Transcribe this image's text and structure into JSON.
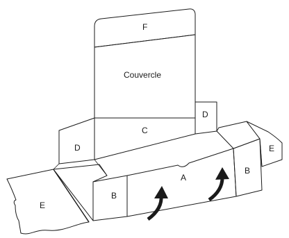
{
  "labels": {
    "f": "F",
    "lid": "Couvercle",
    "c": "C",
    "d_left": "D",
    "d_right": "D",
    "a": "A",
    "b_left": "B",
    "b_right": "B",
    "e_left": "E",
    "e_right": "E"
  },
  "colors": {
    "line": "#1a1a1a",
    "fill": "#ffffff"
  }
}
